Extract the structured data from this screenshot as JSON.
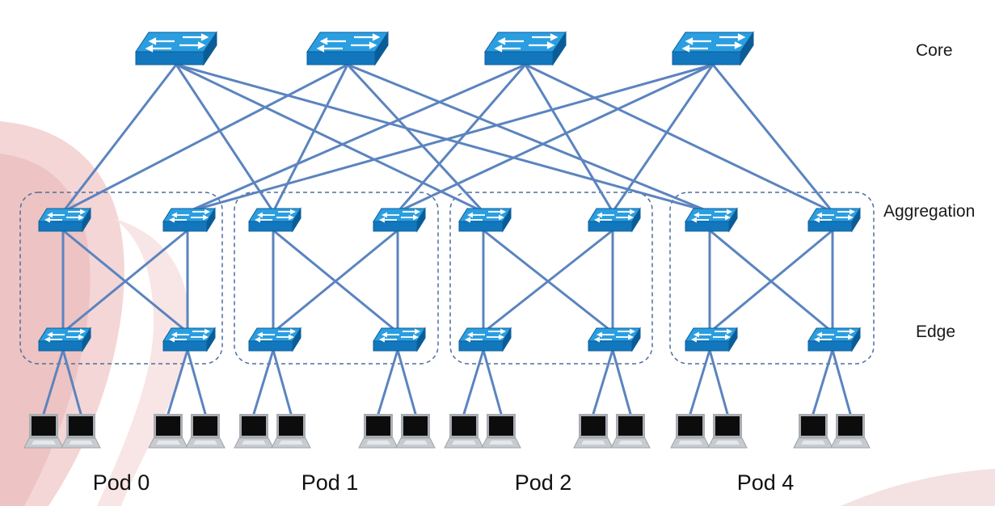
{
  "tiers": {
    "core": "Core",
    "aggregation": "Aggregation",
    "edge": "Edge"
  },
  "pods": [
    {
      "label": "Pod 0"
    },
    {
      "label": "Pod 1"
    },
    {
      "label": "Pod 2"
    },
    {
      "label": "Pod 4"
    }
  ],
  "core_switch_count": 4,
  "switches_per_pod": {
    "aggregation": 2,
    "edge": 2
  },
  "hosts_per_edge_switch": 2,
  "colors": {
    "link": "#5b84bf",
    "switch_top": "#2a9ee0",
    "switch_front": "#1277bd",
    "switch_side": "#0a5c97",
    "pod_border": "#4d6f9e",
    "laptop_screen": "#0c0c0c",
    "laptop_base": "#b9bdc3",
    "background_swoosh": "#e0a1a1"
  }
}
